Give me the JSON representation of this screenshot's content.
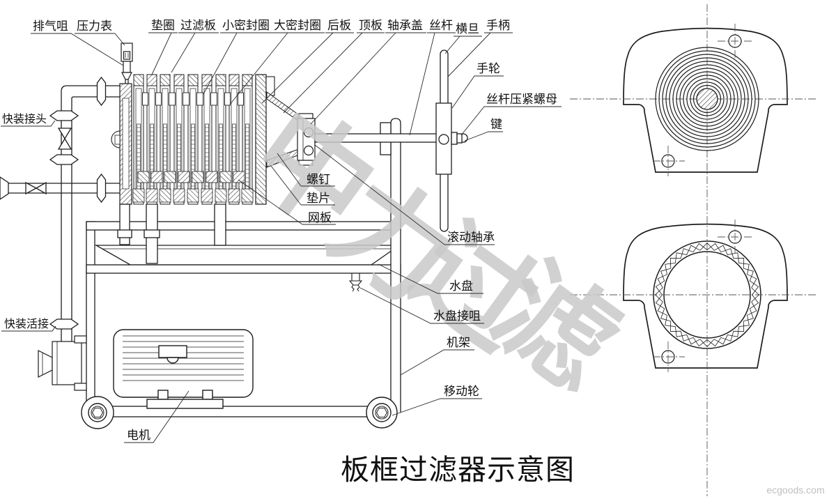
{
  "title": "板框过滤器示意图",
  "watermark": {
    "char1": "中",
    "char2": "力",
    "char3": "过",
    "char4": "滤",
    "site_credit": "ecgoods.com"
  },
  "labels": {
    "exhaust_nozzle": "排气咀",
    "pressure_gauge": "压力表",
    "washer_ring": "垫圈",
    "filter_plate": "过滤板",
    "small_seal_ring": "小密封圈",
    "large_seal_ring": "大密封圈",
    "back_plate": "后板",
    "top_plate": "顶板",
    "bearing_cover": "轴承盖",
    "screw_rod": "丝杆",
    "crossbar": "横旦",
    "handle": "手柄",
    "handwheel": "手轮",
    "screw_lock_nut": "丝杆压紧螺母",
    "key": "键",
    "rolling_bearing": "滚动轴承",
    "screw_bolt": "螺钉",
    "shim": "垫片",
    "mesh_plate": "网板",
    "water_tray": "水盘",
    "tray_nozzle": "水盘接咀",
    "frame": "机架",
    "moving_wheel": "移动轮",
    "motor": "电机",
    "quick_coupling": "快装接头",
    "quick_union": "快装活接"
  }
}
